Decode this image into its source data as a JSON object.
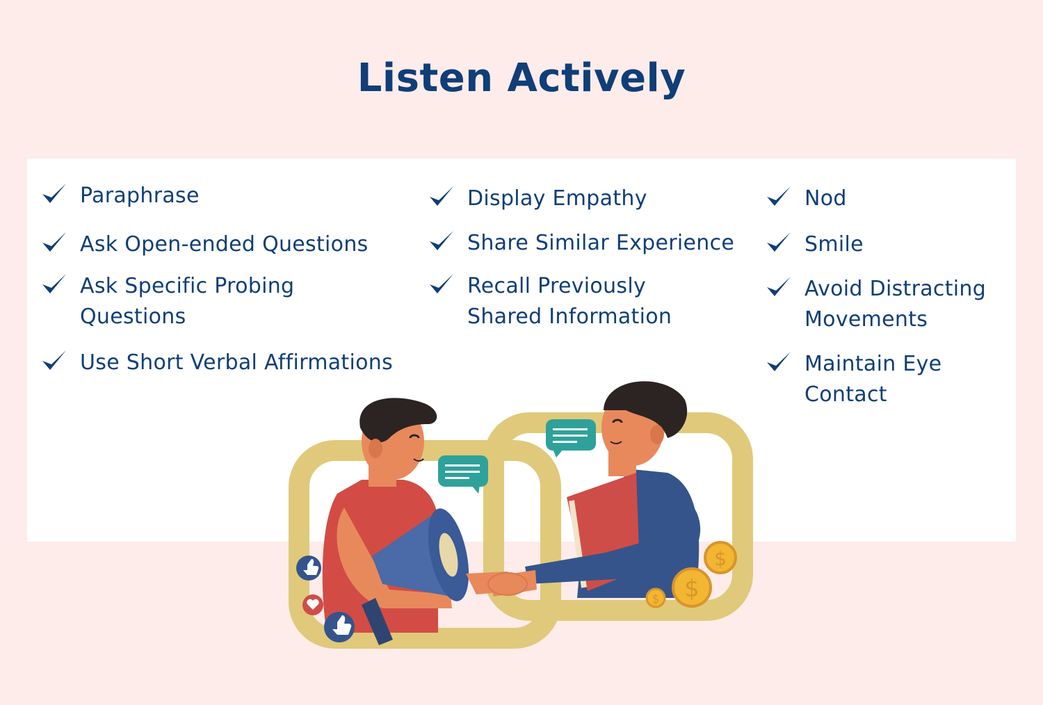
{
  "title": "Listen Actively",
  "columns": [
    {
      "items": [
        {
          "lines": [
            "Paraphrase"
          ]
        },
        {
          "lines": [
            "Ask Open-ended Questions"
          ]
        },
        {
          "lines": [
            "Ask Specific Probing",
            "Questions"
          ]
        },
        {
          "lines": [
            "Use Short Verbal Affirmations"
          ]
        }
      ]
    },
    {
      "items": [
        {
          "lines": [
            "Display Empathy"
          ]
        },
        {
          "lines": [
            "Share Similar Experience"
          ]
        },
        {
          "lines": [
            "Recall Previously",
            "Shared Information"
          ]
        }
      ]
    },
    {
      "items": [
        {
          "lines": [
            "Nod"
          ]
        },
        {
          "lines": [
            "Smile"
          ]
        },
        {
          "lines": [
            "Avoid Distracting",
            "Movements"
          ]
        },
        {
          "lines": [
            "Maintain Eye",
            "Contact"
          ]
        }
      ]
    }
  ],
  "colors": {
    "background": "#fdecea",
    "panel": "#ffffff",
    "text": "#0f3e78",
    "frame": "#e0c97a",
    "bubble": "#2ea29a",
    "shirt_left": "#d24c45",
    "shirt_right": "#35548c",
    "coin": "#f2b632"
  },
  "icons": [
    "checkmark-icon",
    "thumbs-up-icon",
    "heart-icon",
    "dollar-coin-icon",
    "chat-bubble-icon",
    "megaphone-icon",
    "book-icon"
  ]
}
